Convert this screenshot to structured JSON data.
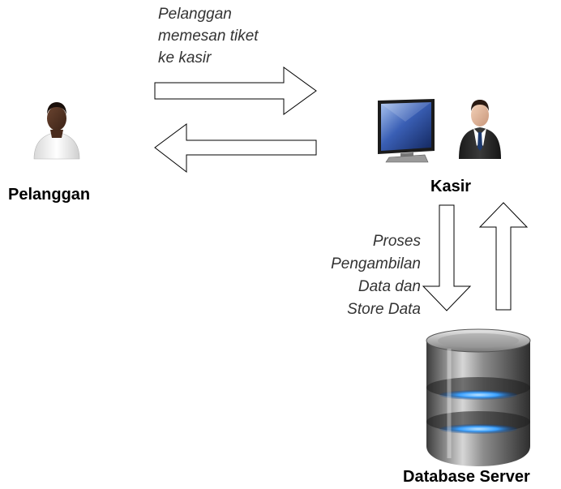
{
  "nodes": {
    "customer": {
      "label": "Pelanggan"
    },
    "cashier": {
      "label": "Kasir"
    },
    "database": {
      "label": "Database Server"
    }
  },
  "edges": {
    "order_note": [
      "Pelanggan",
      "memesan tiket",
      "ke kasir"
    ],
    "process_note": [
      "Proses",
      "Pengambilan",
      "Data dan",
      "Store Data"
    ]
  },
  "colors": {
    "arrow_fill": "#ffffff",
    "arrow_stroke": "#000000",
    "db_highlight": "#3aa0ff",
    "monitor_screen": "#2a4a9a"
  }
}
